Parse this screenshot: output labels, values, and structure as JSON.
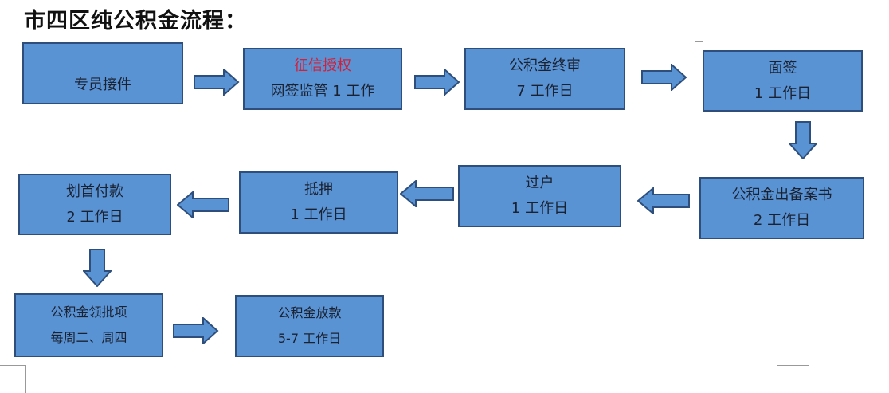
{
  "title": "市四区纯公积金流程：",
  "steps": [
    {
      "line1": "专员接件",
      "line2": ""
    },
    {
      "line1": "征信授权",
      "line2": "网签监管 1 工作"
    },
    {
      "line1": "公积金终审",
      "line2": "7 工作日"
    },
    {
      "line1": "面签",
      "line2": "1 工作日"
    },
    {
      "line1": "公积金出备案书",
      "line2": "2 工作日"
    },
    {
      "line1": "过户",
      "line2": "1 工作日"
    },
    {
      "line1": "抵押",
      "line2": "1 工作日"
    },
    {
      "line1": "划首付款",
      "line2": "2 工作日"
    },
    {
      "line1": "公积金领批项",
      "line2": "每周二、周四"
    },
    {
      "line1": "公积金放款",
      "line2": "5-7 工作日"
    }
  ],
  "colors": {
    "box_fill": "#5a93d3",
    "box_border": "#2e4f7c",
    "highlight": "#d3203a"
  }
}
